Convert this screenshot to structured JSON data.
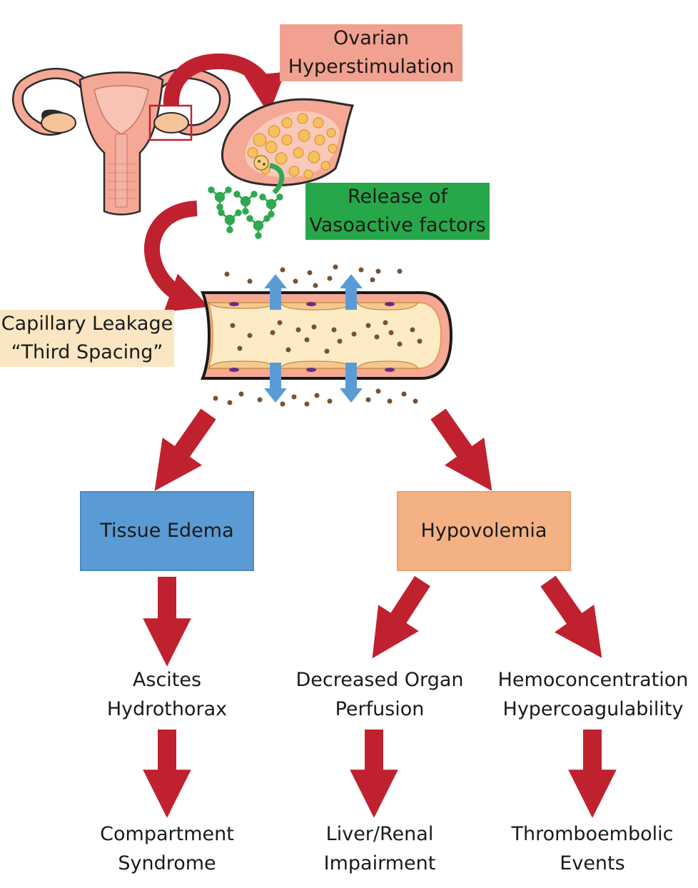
{
  "colors": {
    "arrow_red": "#c0212f",
    "ovarian_box": "#f2a08f",
    "release_box": "#26a84a",
    "capillary_box": "#fbe6c4",
    "edema_box": "#5b9bd5",
    "hypovolemia_box": "#f4b183",
    "tissue_pink": "#f5a895",
    "follicle_yellow": "#f7c15e",
    "molecule_green": "#2fa84f",
    "flow_blue": "#5b9bd5",
    "particle_brown": "#7a5230",
    "vessel_fill": "#fcebc4"
  },
  "boxes": {
    "ovarian": {
      "line1": "Ovarian",
      "line2": "Hyperstimulation"
    },
    "release": {
      "line1": "Release of",
      "line2": "Vasoactive factors"
    },
    "capillary": {
      "line1": "Capillary Leakage",
      "line2": "“Third Spacing”"
    },
    "edema": {
      "label": "Tissue Edema"
    },
    "hypovolemia": {
      "label": "Hypovolemia"
    }
  },
  "outcomes": {
    "ascites": {
      "line1": "Ascites",
      "line2": "Hydrothorax"
    },
    "perfusion": {
      "line1": "Decreased Organ",
      "line2": "Perfusion"
    },
    "hemo": {
      "line1": "Hemoconcentration",
      "line2": "Hypercoagulability"
    },
    "compartment": {
      "line1": "Compartment",
      "line2": "Syndrome"
    },
    "liver": {
      "line1": "Liver/Renal",
      "line2": "Impairment"
    },
    "thrombo": {
      "line1": "Thromboembolic",
      "line2": "Events"
    }
  },
  "icons": [
    "uterus-icon",
    "ovary-icon",
    "vasoactive-molecule-icon",
    "capillary-vessel-icon",
    "flow-arrow-icon"
  ]
}
